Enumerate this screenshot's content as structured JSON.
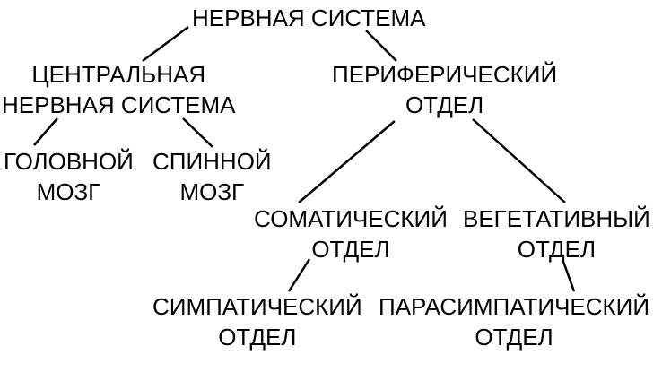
{
  "diagram": {
    "root": {
      "line1": "НЕРВНАЯ СИСТЕМА"
    },
    "central": {
      "line1": "ЦЕНТРАЛЬНАЯ",
      "line2": "НЕРВНАЯ СИСТЕМА"
    },
    "peripheral": {
      "line1": "ПЕРИФЕРИЧЕСКИЙ",
      "line2": "ОТДЕЛ"
    },
    "brain": {
      "line1": "ГОЛОВНОЙ",
      "line2": "МОЗГ"
    },
    "spinal": {
      "line1": "СПИННОЙ",
      "line2": "МОЗГ"
    },
    "somatic": {
      "line1": "СОМАТИЧЕСКИЙ",
      "line2": "ОТДЕЛ"
    },
    "autonomic": {
      "line1": "ВЕГЕТАТИВНЫЙ",
      "line2": "ОТДЕЛ"
    },
    "sympathetic": {
      "line1": "СИМПАТИЧЕСКИЙ",
      "line2": "ОТДЕЛ"
    },
    "parasympathetic": {
      "line1": "ПАРАСИМПАТИЧЕСКИЙ",
      "line2": "ОТДЕЛ"
    },
    "colors": {
      "text": "#000000",
      "lines": "#000000",
      "background": "#ffffff"
    }
  }
}
